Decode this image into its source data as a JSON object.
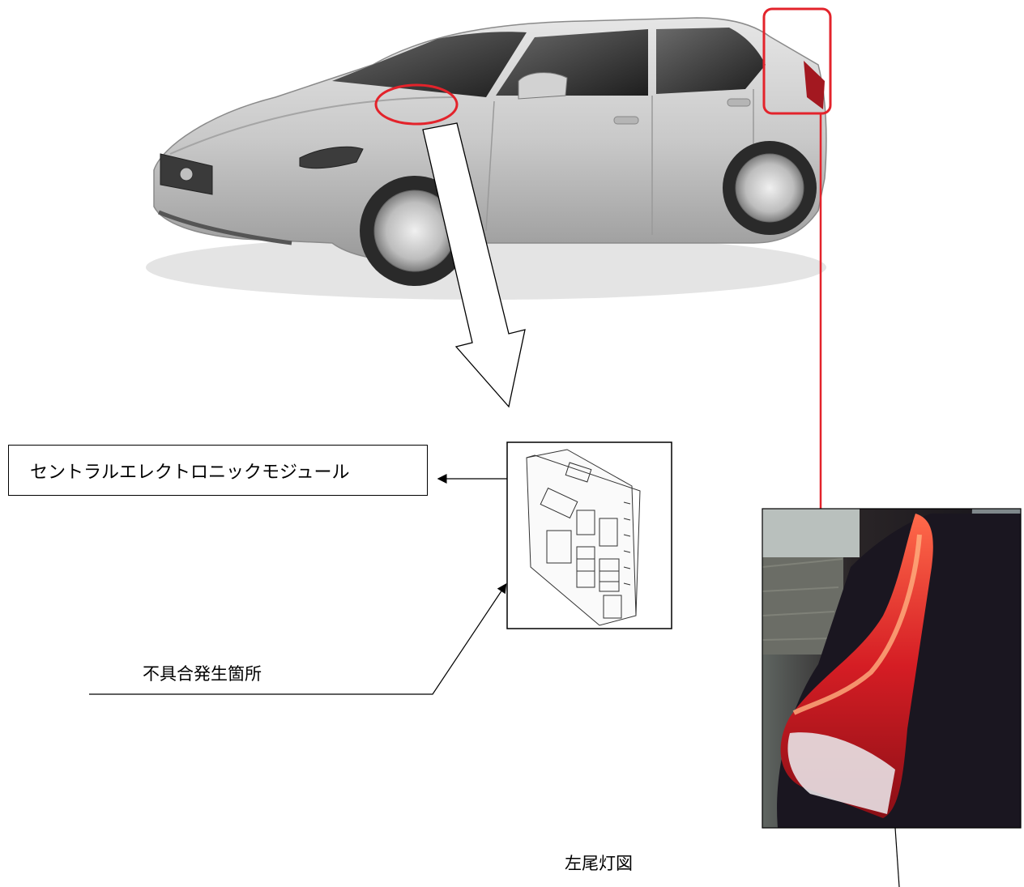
{
  "labels": {
    "cem": "セントラルエレクトロニックモジュール",
    "defect_location": "不具合発生箇所",
    "left_tail_light": "左尾灯図"
  },
  "images": {
    "car": "silver-hatchback-car-illustration",
    "module": "central-electronic-module-line-drawing",
    "tail_light": "left-tail-light-photo"
  },
  "colors": {
    "highlight": "#e3232b",
    "line": "#000000",
    "car_body": "#c8c8c8"
  }
}
